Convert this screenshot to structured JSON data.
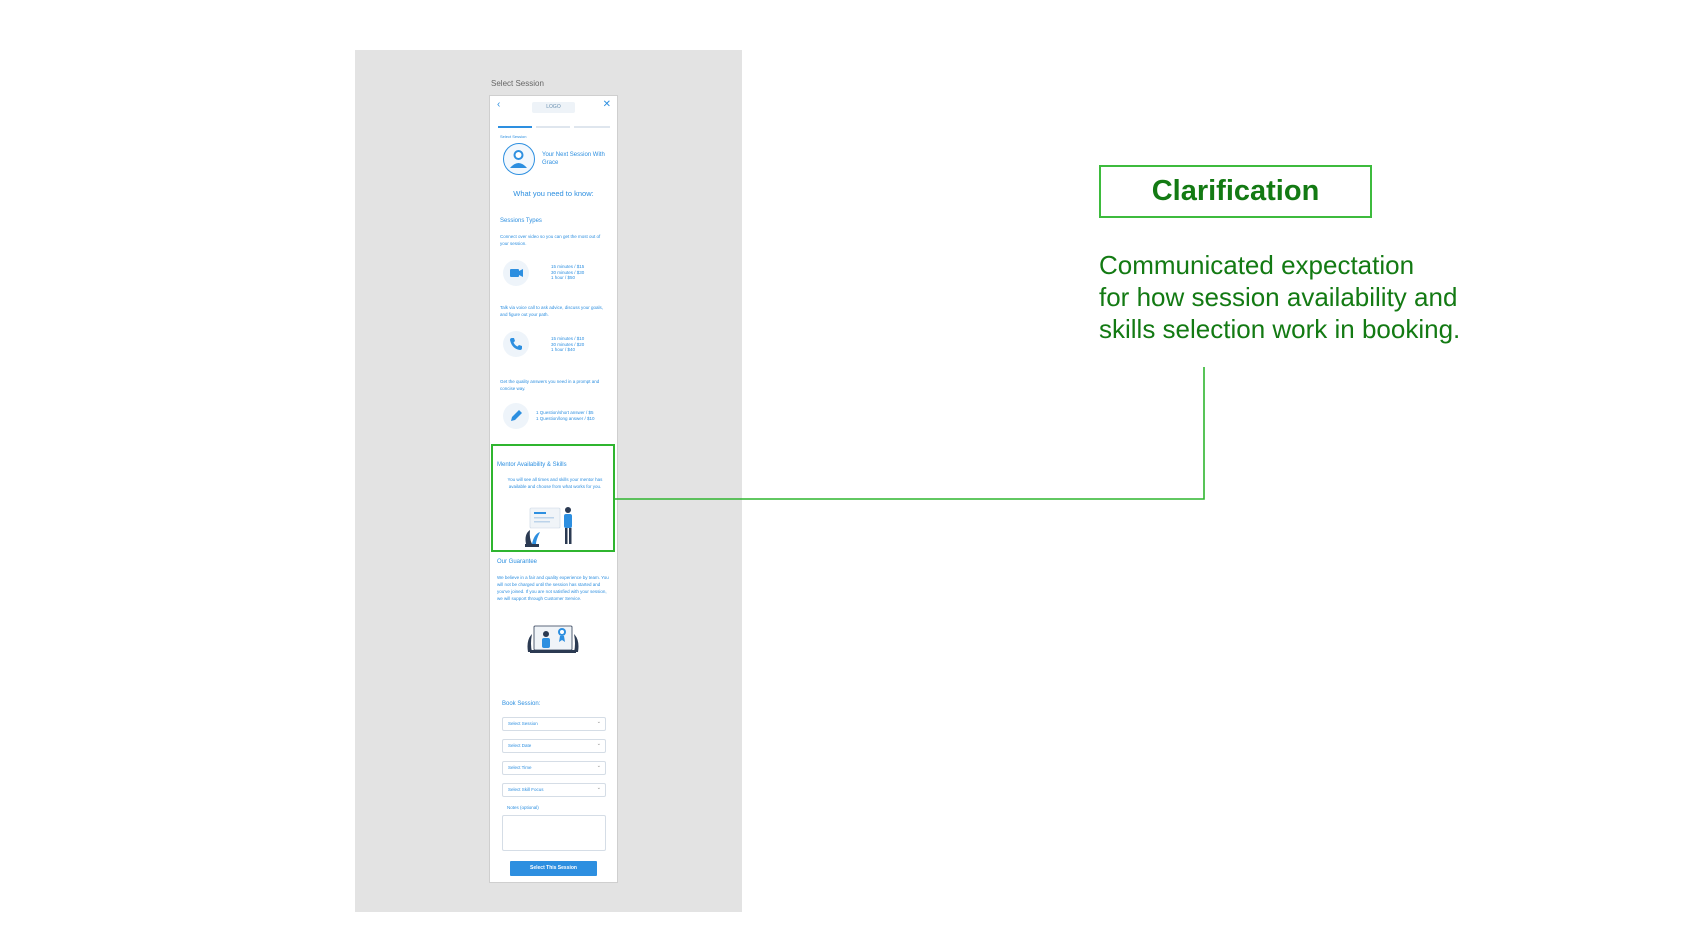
{
  "frame": {
    "label": "Select Session"
  },
  "mobile": {
    "header": {
      "back_icon": "chevron-left-icon",
      "logo": "LOGO",
      "close_icon": "close-icon"
    },
    "step_label": "Select Session",
    "next_session": {
      "title": "Your Next Session With Grace"
    },
    "need_to_know": "What you need to know:",
    "session_types": {
      "heading": "Sessions Types",
      "video": {
        "description": "Connect over video so you can get the most out of your session.",
        "prices": [
          "15 minutes / $15",
          "30 minutes / $30",
          "1 hour / $50"
        ],
        "icon": "video-camera-icon"
      },
      "voice": {
        "description": "Talk via voice call to ask advice, discuss your goals, and figure out your path.",
        "prices": [
          "15 minutes / $10",
          "30 minutes / $20",
          "1 hour / $40"
        ],
        "icon": "phone-icon"
      },
      "written": {
        "description": "Get the quality answers you need in a prompt and concise way.",
        "prices": [
          "1 Question/short answer / $5",
          "1 Question/long answer / $10"
        ],
        "icon": "pencil-icon"
      }
    },
    "availability": {
      "heading": "Mentor Availability & Skills",
      "description": "You will see all times and skills your mentor has available and choose from what works for you."
    },
    "guarantee": {
      "heading": "Our Guarantee",
      "description": "We believe in a fair and quality experience by team. You will not be charged until the session has started and you've joined. If you are not satisfied with your session, we will support through Customer Service."
    },
    "booking": {
      "heading": "Book Session:",
      "fields": [
        "Select Session",
        "Select Date",
        "Select Time",
        "Select Skill Focus"
      ],
      "notes_label": "Notes (optional)",
      "cta": "Select This Session"
    }
  },
  "annotation": {
    "title": "Clarification",
    "body_lines": [
      "Communicated expectation",
      "for how session availability and",
      "skills selection work in booking."
    ],
    "color": "#137a13",
    "highlight_color": "#2fb52f"
  }
}
